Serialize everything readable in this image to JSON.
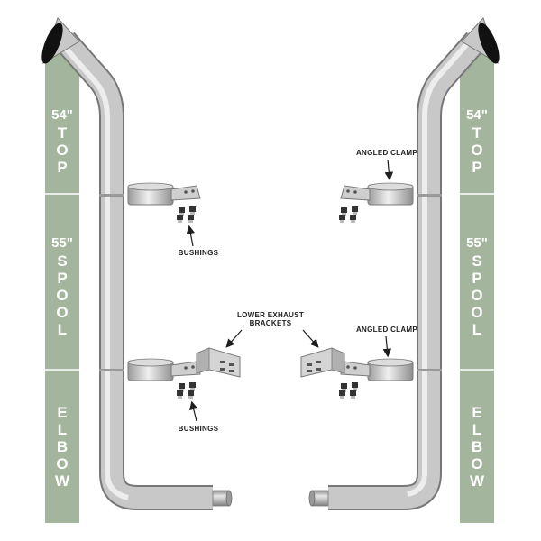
{
  "colors": {
    "panel": "#a3b59c",
    "pipe_mid": "#cfcfcf",
    "pipe_dark": "#8c8c8c",
    "background": "#ffffff",
    "label_text": "#1e1e1e",
    "segment_text": "#ffffff"
  },
  "segments": {
    "top": {
      "size": "54\"",
      "letters": [
        "T",
        "O",
        "P"
      ]
    },
    "spool": {
      "size": "55\"",
      "letters": [
        "S",
        "P",
        "O",
        "O",
        "L"
      ]
    },
    "elbow": {
      "size": "",
      "letters": [
        "E",
        "L",
        "B",
        "O",
        "W"
      ]
    }
  },
  "labels": {
    "bushings_upper": "BUSHINGS",
    "bushings_lower": "BUSHINGS",
    "angled_clamp_upper": "ANGLED CLAMP",
    "angled_clamp_lower": "ANGLED CLAMP",
    "lower_exhaust_brackets_line1": "LOWER EXHAUST",
    "lower_exhaust_brackets_line2": "BRACKETS"
  }
}
